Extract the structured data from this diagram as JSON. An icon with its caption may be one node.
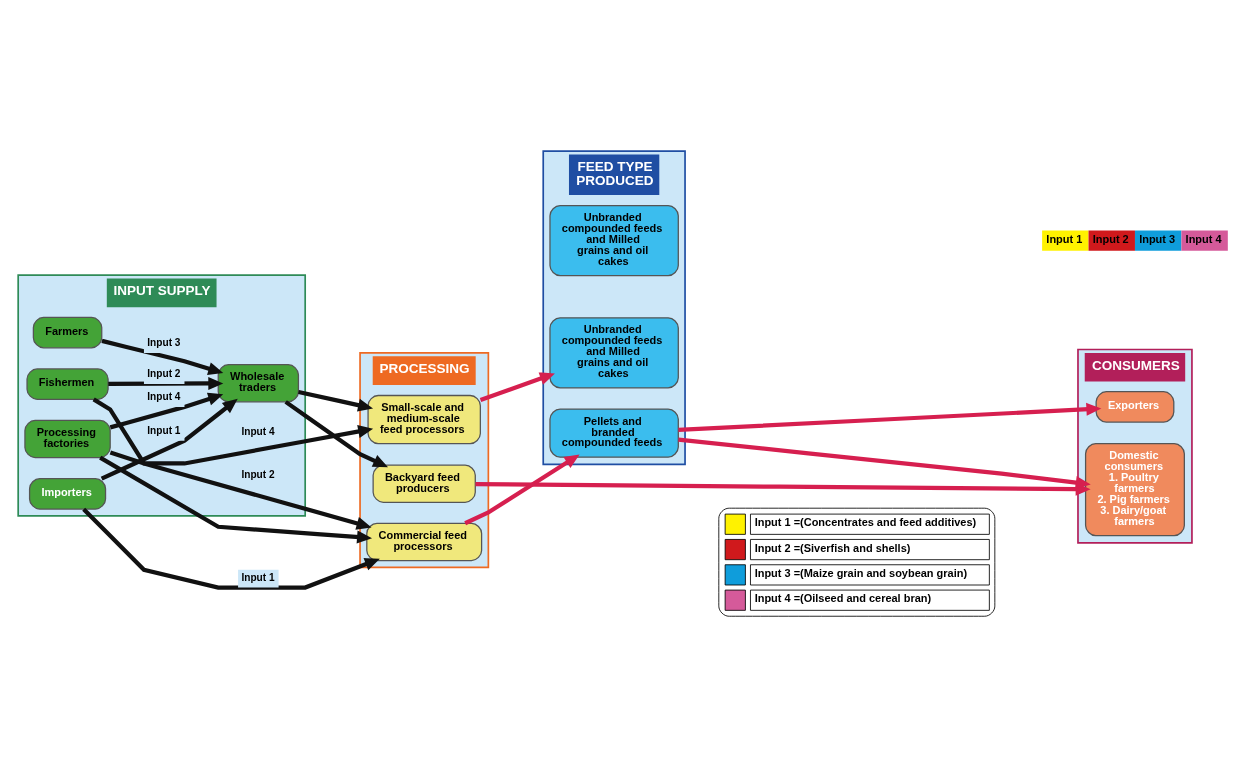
{
  "diagram": {
    "nodes": [
      {
        "text": [
          "INPUT SUPPLY"
        ]
      },
      {
        "text": [
          "Importers"
        ],
        "in": 0
      },
      {
        "text": [
          "Fishermen"
        ],
        "in": 0
      },
      {
        "text": [
          "Processing factories"
        ],
        "in": 0
      },
      {
        "text": [
          "Wholesale traders"
        ],
        "in": 0
      },
      {
        "text": [
          "Farmers"
        ],
        "in": 0
      },
      {
        "text": [
          "PROCESSING"
        ]
      },
      {
        "text": [
          "Commercial feed processors"
        ],
        "in": 6
      },
      {
        "text": [
          "Small-scale and medium-scale feed processors"
        ],
        "in": 6
      },
      {
        "text": [
          "Backyard feed producers"
        ],
        "in": 6
      },
      {
        "text": [
          "FEED TYPE PRODUCED"
        ]
      },
      {
        "text": [
          "Pellets and branded compounded feeds"
        ],
        "in": 10
      },
      {
        "text": [
          "Unbranded compounded feeds and Milled grains and oil cakes"
        ],
        "in": 10
      },
      {
        "text": [
          "Unbranded compounded feeds and Milled grains and oil cakes"
        ],
        "in": 10
      },
      {
        "text": [
          "CONSUMERS"
        ]
      },
      {
        "text": [
          "Exporters"
        ],
        "in": 14
      },
      {
        "text": [
          "Domestic consumers",
          "1. Poultry farmers",
          "2. Pig farmers",
          "3. Dairy/goat farmers"
        ],
        "in": 14
      }
    ],
    "edges": [
      {
        "from": 1,
        "to": 7,
        "arrow": "to",
        "label": "Input 1"
      },
      {
        "from": 1,
        "to": 4,
        "arrow": "to",
        "label": "Input 1"
      },
      {
        "from": 2,
        "to": 7,
        "arrow": "to",
        "label": "Input 2"
      },
      {
        "from": 2,
        "to": 4,
        "arrow": "to",
        "label": "Input 2"
      },
      {
        "from": 3,
        "to": 4,
        "arrow": "to",
        "label": "Input 4"
      },
      {
        "from": 3,
        "to": 8,
        "arrow": "to",
        "label": "Input 4"
      },
      {
        "from": 3,
        "to": 7,
        "arrow": "to"
      },
      {
        "from": 5,
        "to": 4,
        "arrow": "to",
        "label": "Input 3"
      },
      {
        "from": 4,
        "to": 8,
        "arrow": "to"
      },
      {
        "from": 4,
        "to": 9,
        "arrow": "to"
      },
      {
        "from": 7,
        "to": 11,
        "arrow": "to",
        "color": "#d61f4f"
      },
      {
        "from": 8,
        "to": 12,
        "arrow": "to",
        "color": "#d61f4f"
      },
      {
        "from": 11,
        "to": 15,
        "arrow": "to",
        "color": "#d61f4f"
      },
      {
        "from": 11,
        "to": 16,
        "arrow": "to",
        "color": "#d61f4f"
      },
      {
        "from": 9,
        "to": 16,
        "arrow": "to",
        "color": "#d61f4f"
      }
    ],
    "labels": [
      "Input 1",
      "Input 2",
      "Input 3",
      "Input 4"
    ],
    "legend": [
      {
        "text": "Input 1 =(Concentrates and feed additives)",
        "color": "#fff200"
      },
      {
        "text": "Input 2 =(Siverfish and shells)",
        "color": "#d0191c"
      },
      {
        "text": "Input 3 =(Maize grain and soybean grain)",
        "color": "#0f9ddb"
      },
      {
        "text": "Input 4 =(Oilseed and cereal bran)",
        "color": "#d55a9a"
      }
    ]
  }
}
